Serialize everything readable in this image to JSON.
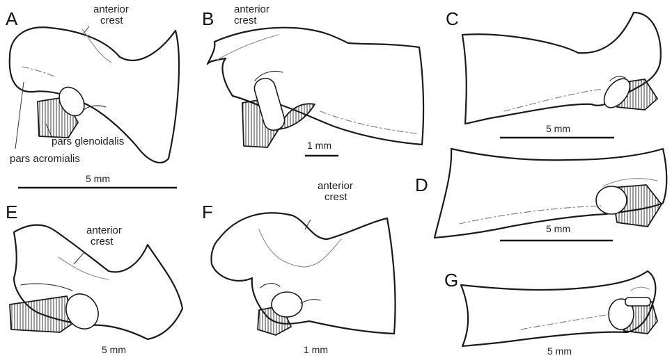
{
  "panels": {
    "A": {
      "letter": "A",
      "label_anterior_crest_1": "anterior",
      "label_anterior_crest_2": "crest",
      "label_pars_glenoidalis": "pars glenoidalis",
      "label_pars_acromialis": "pars acromialis",
      "scale_label": "5 mm"
    },
    "B": {
      "letter": "B",
      "label_anterior_crest_1": "anterior",
      "label_anterior_crest_2": "crest",
      "scale_label": "1 mm"
    },
    "C": {
      "letter": "C",
      "scale_label": "5 mm"
    },
    "D": {
      "letter": "D",
      "scale_label": "5 mm"
    },
    "E": {
      "letter": "E",
      "label_anterior_crest_1": "anterior",
      "label_anterior_crest_2": "crest",
      "scale_label": "5 mm"
    },
    "F": {
      "letter": "F",
      "label_anterior_crest_1": "anterior",
      "label_anterior_crest_2": "crest",
      "scale_label": "1 mm"
    },
    "G": {
      "letter": "G",
      "scale_label": "5 mm"
    }
  }
}
